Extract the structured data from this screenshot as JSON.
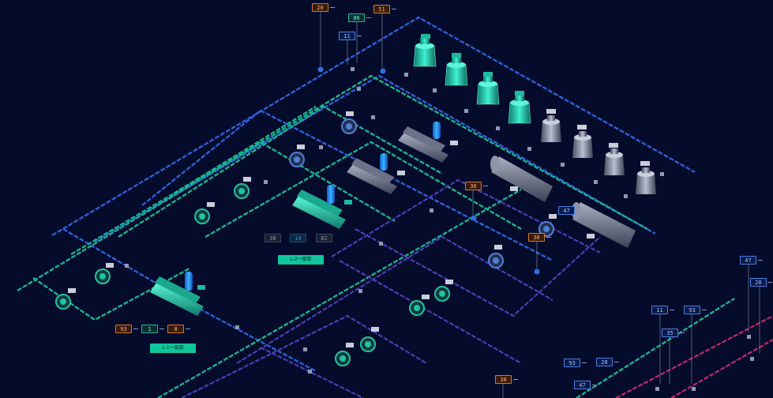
{
  "top_tags": [
    {
      "value": "20",
      "style": "orange"
    },
    {
      "value": "86",
      "style": "teal"
    },
    {
      "value": "51",
      "style": "orange"
    },
    {
      "value": "11",
      "style": "blue"
    }
  ],
  "middle_tags": [
    {
      "value": "36",
      "style": "orange"
    },
    {
      "value": "47",
      "style": "blue"
    },
    {
      "value": "38",
      "style": "orange"
    }
  ],
  "chiller2_status": [
    "38",
    "18",
    "82"
  ],
  "chiller2_label": "L-2一级泵",
  "chiller1_status": [
    "93",
    "1",
    "8"
  ],
  "chiller1_label": "L-1一级泵",
  "right_tags": [
    {
      "value": "47",
      "style": "blue"
    },
    {
      "value": "20",
      "style": "blue"
    },
    {
      "value": "11",
      "style": "blue"
    },
    {
      "value": "93",
      "style": "blue"
    },
    {
      "value": "35",
      "style": "blue"
    },
    {
      "value": "93",
      "style": "blue"
    },
    {
      "value": "20",
      "style": "blue"
    },
    {
      "value": "47",
      "style": "blue"
    },
    {
      "value": "38",
      "style": "orange"
    }
  ],
  "colors": {
    "background": "#050b2a",
    "teal_pipe": "#17b392",
    "blue_pipe": "#2e5fd8",
    "purple_pipe": "#4a3fb8",
    "magenta_pipe": "#c4286e"
  }
}
